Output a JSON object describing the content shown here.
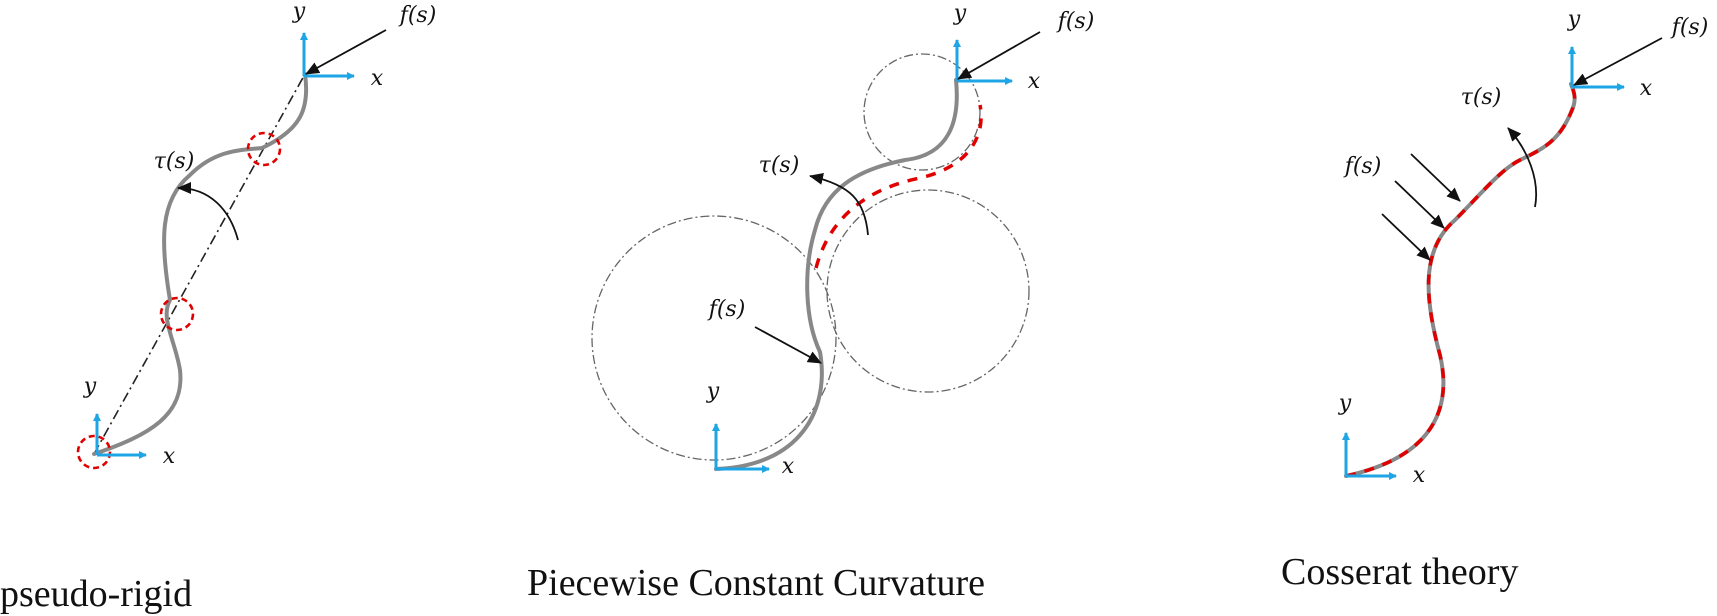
{
  "panels": [
    {
      "caption": "pseudo-rigid",
      "base_frame": {
        "x": "x",
        "y": "y"
      },
      "tip_frame": {
        "x": "x",
        "y": "y"
      },
      "force_label": "f(s)",
      "torque_label": "τ(s)"
    },
    {
      "caption": "Piecewise Constant Curvature",
      "base_frame": {
        "x": "x",
        "y": "y"
      },
      "tip_frame": {
        "x": "x",
        "y": "y"
      },
      "force_label_tip": "f(s)",
      "force_label_mid": "f(s)",
      "torque_label": "τ(s)"
    },
    {
      "caption": "Cosserat theory",
      "base_frame": {
        "x": "x",
        "y": "y"
      },
      "tip_frame": {
        "x": "x",
        "y": "y"
      },
      "force_label_tip": "f(s)",
      "force_label_side": "f(s)",
      "torque_label": "τ(s)"
    }
  ],
  "colors": {
    "rod": "#888888",
    "highlight": "#e00000",
    "frame_axes": "#1ea5e6",
    "arrows": "#111111"
  }
}
